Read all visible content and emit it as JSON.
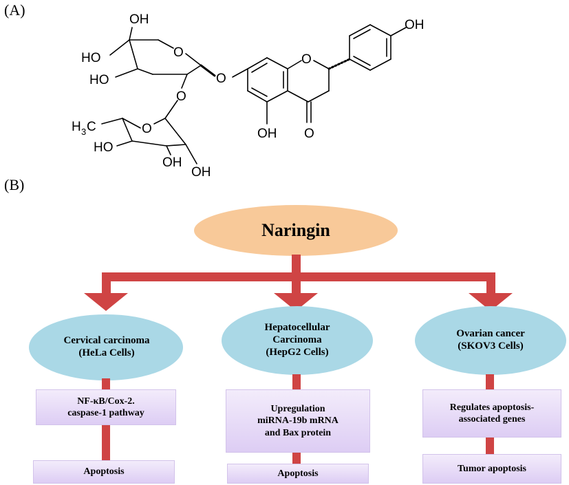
{
  "panels": {
    "a_label": "(A)",
    "b_label": "(B)"
  },
  "structure": {
    "oh_glc_6": "OH",
    "oh_glc_4": "HO",
    "oh_glc_3": "HO",
    "ring_o_glc": "O",
    "glyco_o_link": "O",
    "aryl_o_link": "O",
    "ring_o_rha": "O",
    "methyl": "H",
    "methyl_sub": "3",
    "methyl_c": "C",
    "oh_rha_4": "HO",
    "oh_rha_3": "OH",
    "oh_rha_2": "OH",
    "ring_o_chromanone": "O",
    "oh_c5": "OH",
    "carbonyl_o": "O",
    "oh_phenyl": "OH"
  },
  "flow": {
    "root": "Naringin",
    "branches": [
      {
        "cancer": "Cervical carcinoma\n(HeLa Cells)",
        "mechanism": "NF-κB/Cox-2.\ncaspase-1 pathway",
        "outcome": "Apoptosis"
      },
      {
        "cancer": "Hepatocellular\nCarcinoma\n(HepG2 Cells)",
        "mechanism": "Upregulation\nmiRNA-19b mRNA\nand Bax protein",
        "outcome": "Apoptosis"
      },
      {
        "cancer": "Ovarian cancer\n(SKOV3 Cells)",
        "mechanism": "Regulates apoptosis-\nassociated genes",
        "outcome": "Tumor apoptosis"
      }
    ]
  },
  "colors": {
    "root_fill": "#f8c999",
    "ellipse_fill": "#aad8e6",
    "connector": "#cf4444",
    "box_top": "#f3ecfb",
    "box_bottom": "#ddcdf4"
  }
}
